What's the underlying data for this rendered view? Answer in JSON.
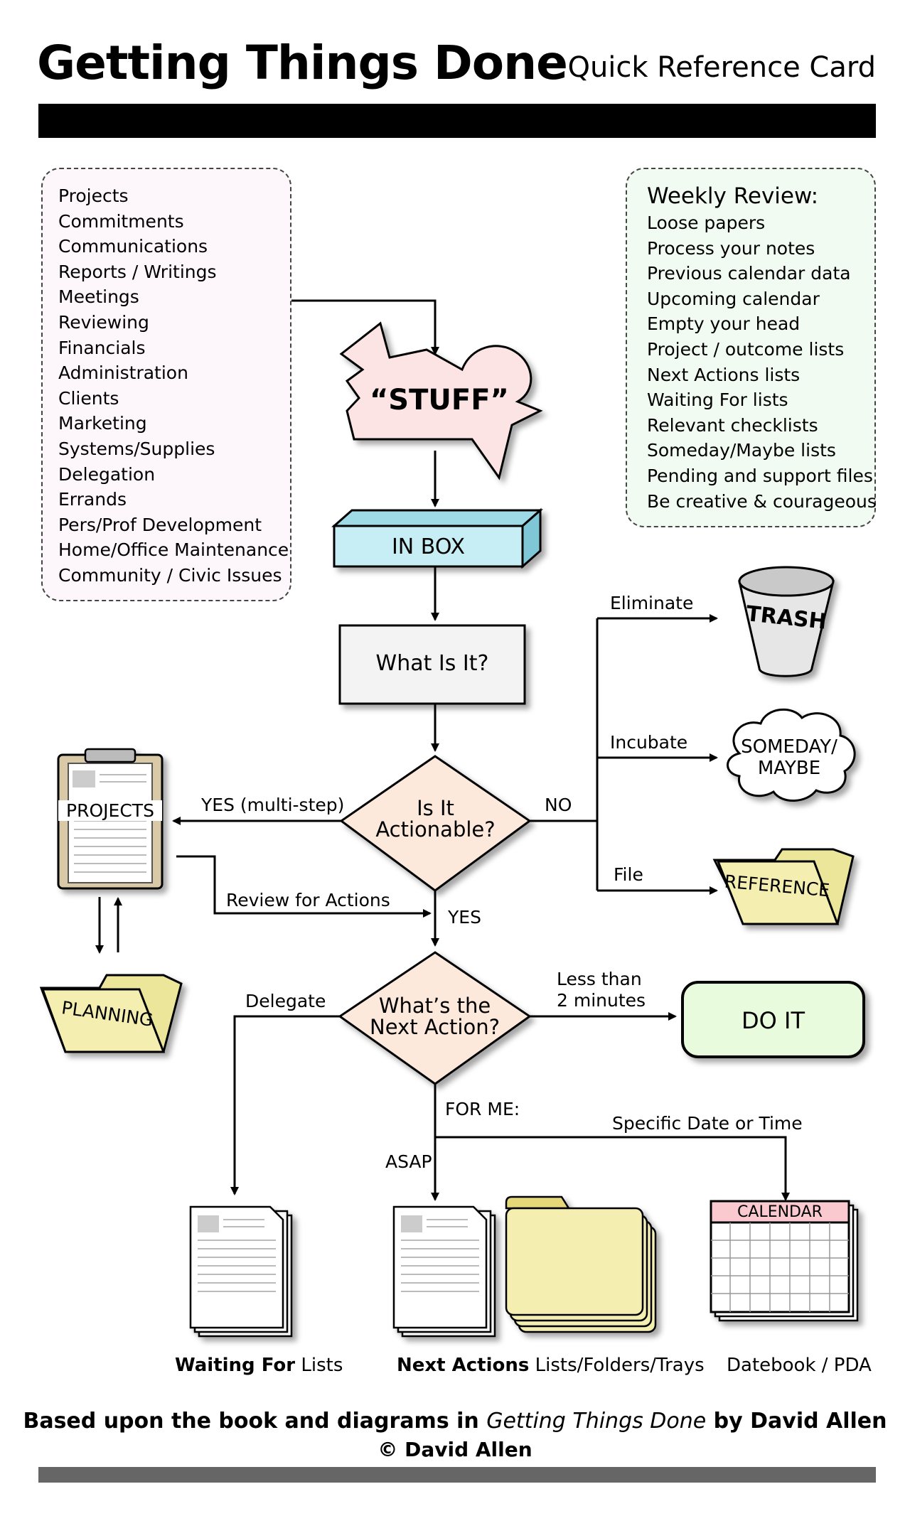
{
  "header": {
    "title": "Getting Things Done",
    "subtitle": "Quick Reference Card"
  },
  "inputs_list": {
    "items": [
      "Projects",
      "Commitments",
      "Communications",
      "Reports / Writings",
      "Meetings",
      "Reviewing",
      "Financials",
      "Administration",
      "Clients",
      "Marketing",
      "Systems/Supplies",
      "Delegation",
      "Errands",
      "Pers/Prof Development",
      "Home/Office Maintenance",
      "Community / Civic Issues"
    ]
  },
  "weekly_review": {
    "title": "Weekly Review:",
    "items": [
      "Loose papers",
      "Process your notes",
      "Previous calendar data",
      "Upcoming calendar",
      "Empty your head",
      "Project / outcome lists",
      "Next Actions lists",
      "Waiting For lists",
      "Relevant checklists",
      "Someday/Maybe lists",
      "Pending and support files",
      "Be creative & courageous"
    ]
  },
  "nodes": {
    "stuff": "“STUFF”",
    "inbox": "IN BOX",
    "what_is_it": "What Is It?",
    "actionable_line1": "Is It",
    "actionable_line2": "Actionable?",
    "next_action_line1": "What’s the",
    "next_action_line2": "Next Action?",
    "do_it": "DO IT",
    "trash": "TRASH",
    "someday_line1": "SOMEDAY/",
    "someday_line2": "MAYBE",
    "reference": "REFERENCE",
    "projects": "PROJECTS",
    "planning": "PLANNING",
    "calendar": "CALENDAR"
  },
  "edge_labels": {
    "eliminate": "Eliminate",
    "incubate": "Incubate",
    "file": "File",
    "no": "NO",
    "yes": "YES",
    "yes_multi": "YES (multi-step)",
    "review_for_actions": "Review for Actions",
    "delegate": "Delegate",
    "less_than_line1": "Less than",
    "less_than_line2": "2 minutes",
    "for_me": "FOR ME:",
    "asap": "ASAP",
    "specific_date": "Specific Date or Time"
  },
  "outputs": {
    "waiting_bold": "Waiting For",
    "waiting_rest": " Lists",
    "next_bold": "Next Actions",
    "next_rest": " Lists/Folders/Trays",
    "datebook": "Datebook / PDA"
  },
  "footer": {
    "line1_prefix": "Based upon the book and diagrams in ",
    "line1_book": "Getting Things Done",
    "line1_suffix": " by David Allen",
    "line2": "© David Allen"
  },
  "colors": {
    "stuff_fill": "#fde4e4",
    "inbox_fill": "#c8eef5",
    "diamond_fill": "#fde8dc",
    "doit_fill": "#e8fbdc",
    "folder_fill": "#f4efb0",
    "calendar_header": "#f9c9cf"
  }
}
